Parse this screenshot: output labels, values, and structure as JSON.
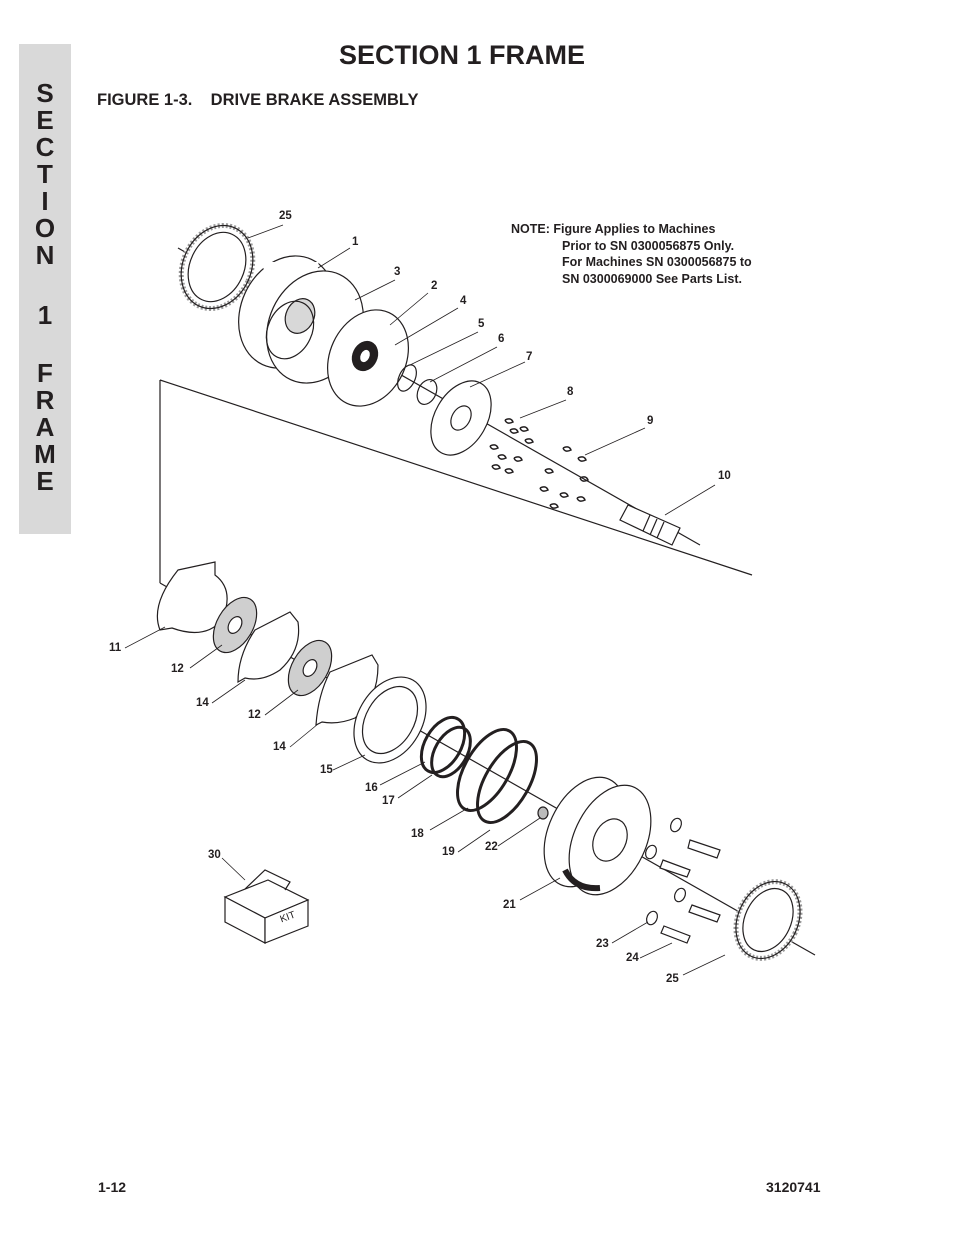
{
  "side_tab": {
    "letters": [
      "S",
      "E",
      "C",
      "T",
      "I",
      "O",
      "N",
      "1",
      "F",
      "R",
      "A",
      "M",
      "E"
    ]
  },
  "section_title": "SECTION 1  FRAME",
  "figure_title": "FIGURE 1-3.    DRIVE BRAKE ASSEMBLY",
  "note": {
    "line1": "NOTE:  Figure Applies to Machines",
    "line2": "Prior to SN 0300056875 Only.",
    "line3": "For Machines SN 0300056875 to",
    "line4": "SN 0300069000 See Parts List."
  },
  "kit_label": "KIT",
  "callouts": {
    "c25a": "25",
    "c1": "1",
    "c3": "3",
    "c2": "2",
    "c4": "4",
    "c5": "5",
    "c6": "6",
    "c7": "7",
    "c8": "8",
    "c9": "9",
    "c10": "10",
    "c11": "11",
    "c12a": "12",
    "c14a": "14",
    "c12b": "12",
    "c14b": "14",
    "c15": "15",
    "c16": "16",
    "c17": "17",
    "c18": "18",
    "c19": "19",
    "c22": "22",
    "c21": "21",
    "c23": "23",
    "c24": "24",
    "c25b": "25",
    "c30": "30"
  },
  "footer": {
    "page": "1-12",
    "doc_number": "3120741"
  }
}
